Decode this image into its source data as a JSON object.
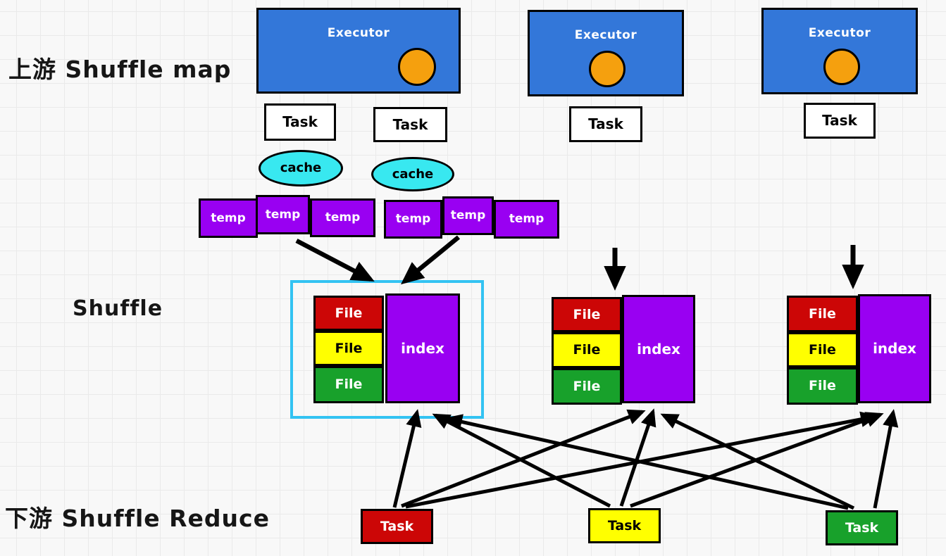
{
  "labels": {
    "upstream": "上游 Shuffle map",
    "shuffle": "Shuffle",
    "downstream": "下游 Shuffle Reduce"
  },
  "executors": [
    {
      "label": "Executor"
    },
    {
      "label": "Executor"
    },
    {
      "label": "Executor"
    }
  ],
  "map_tasks": [
    {
      "label": "Task"
    },
    {
      "label": "Task"
    },
    {
      "label": "Task"
    },
    {
      "label": "Task"
    }
  ],
  "caches": [
    {
      "label": "cache"
    },
    {
      "label": "cache"
    }
  ],
  "temp_files": [
    {
      "label": "temp"
    },
    {
      "label": "temp"
    },
    {
      "label": "temp"
    },
    {
      "label": "temp"
    },
    {
      "label": "temp"
    },
    {
      "label": "temp"
    }
  ],
  "shuffle_outputs": [
    {
      "highlighted": true,
      "files": [
        {
          "label": "File",
          "color": "#cc0606"
        },
        {
          "label": "File",
          "color": "#ffff00"
        },
        {
          "label": "File",
          "color": "#18a12b"
        }
      ],
      "index": {
        "label": "index",
        "color": "#9900f2"
      }
    },
    {
      "highlighted": false,
      "files": [
        {
          "label": "File",
          "color": "#cc0606"
        },
        {
          "label": "File",
          "color": "#ffff00"
        },
        {
          "label": "File",
          "color": "#18a12b"
        }
      ],
      "index": {
        "label": "index",
        "color": "#9900f2"
      }
    },
    {
      "highlighted": false,
      "files": [
        {
          "label": "File",
          "color": "#cc0606"
        },
        {
          "label": "File",
          "color": "#ffff00"
        },
        {
          "label": "File",
          "color": "#18a12b"
        }
      ],
      "index": {
        "label": "index",
        "color": "#9900f2"
      }
    }
  ],
  "reduce_tasks": [
    {
      "label": "Task",
      "color": "#cc0606",
      "text_color": "#ffffff"
    },
    {
      "label": "Task",
      "color": "#ffff00",
      "text_color": "#000000"
    },
    {
      "label": "Task",
      "color": "#18a12b",
      "text_color": "#ffffff"
    }
  ],
  "colors": {
    "executor_blue": "#3377d9",
    "circle_orange": "#f5a00e",
    "purple": "#9900f2",
    "cache_cyan": "#38e8f0",
    "highlight_cyan": "#33c3f2",
    "grid_line": "#eaeaea",
    "arrow": "#000000"
  }
}
